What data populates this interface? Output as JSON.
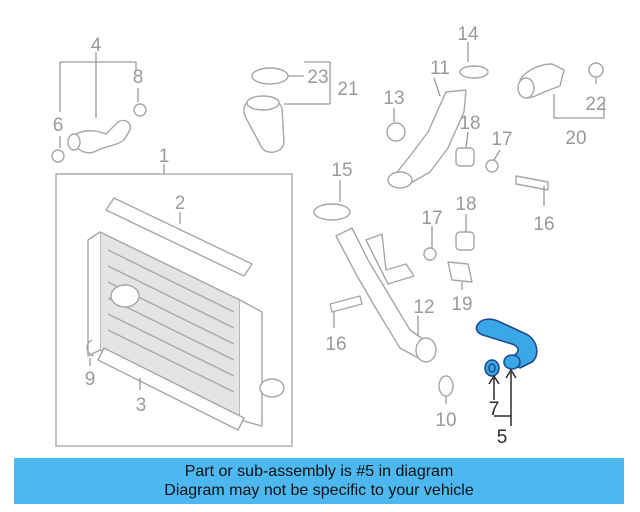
{
  "diagram": {
    "callouts": {
      "c1": "1",
      "c2": "2",
      "c3": "3",
      "c4": "4",
      "c5": "5",
      "c6": "6",
      "c7": "7",
      "c8": "8",
      "c9": "9",
      "c10": "10",
      "c11": "11",
      "c12": "12",
      "c13": "13",
      "c14": "14",
      "c15": "15",
      "c16a": "16",
      "c16b": "16",
      "c17a": "17",
      "c17b": "17",
      "c18a": "18",
      "c18b": "18",
      "c19": "19",
      "c20": "20",
      "c21": "21",
      "c22": "22",
      "c23": "23"
    },
    "highlighted_part": "5",
    "colors": {
      "highlight": "#3aa7e6",
      "highlight_outline": "#1d4b8f",
      "banner": "#4db8f0",
      "part_line": "#a6a6a6"
    }
  },
  "banner": {
    "line1": "Part or sub-assembly is #5 in diagram",
    "line2": "Diagram may not be specific to your vehicle"
  }
}
